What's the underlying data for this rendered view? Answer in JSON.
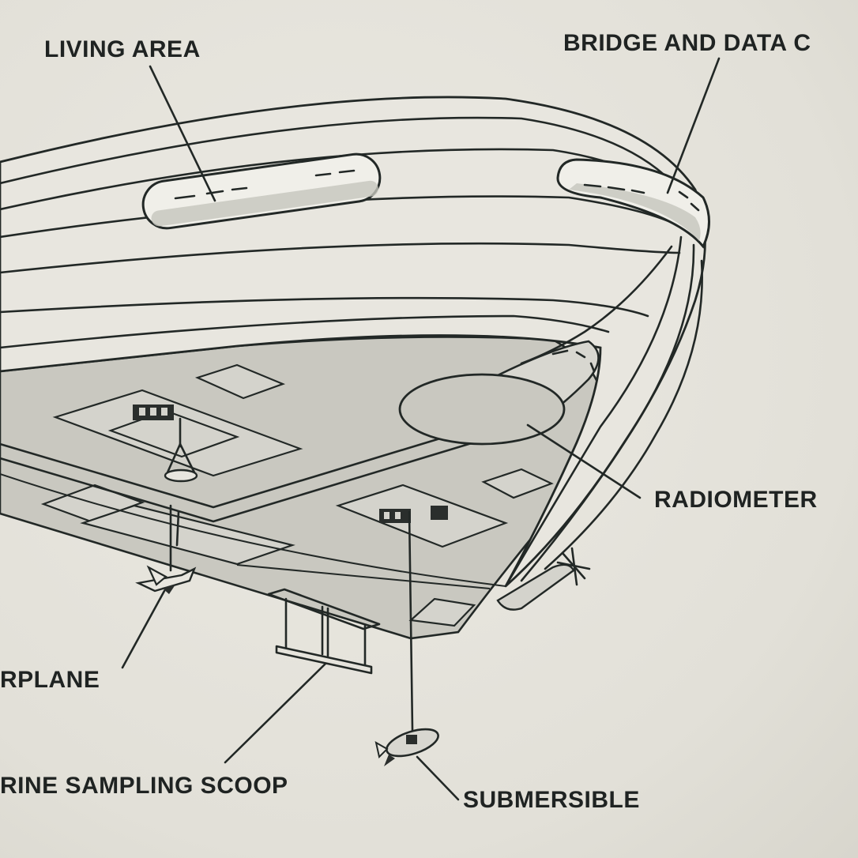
{
  "labels": {
    "living_area": "LIVING AREA",
    "bridge": "BRIDGE AND DATA C",
    "radiometer": "RADIOMETER",
    "airplane": "RPLANE",
    "scoop": "RINE SAMPLING SCOOP",
    "submersible": "SUBMERSIBLE"
  },
  "colors": {
    "paper": "#e4e2da",
    "ink": "#222826",
    "deck": "#c9c8c0"
  }
}
